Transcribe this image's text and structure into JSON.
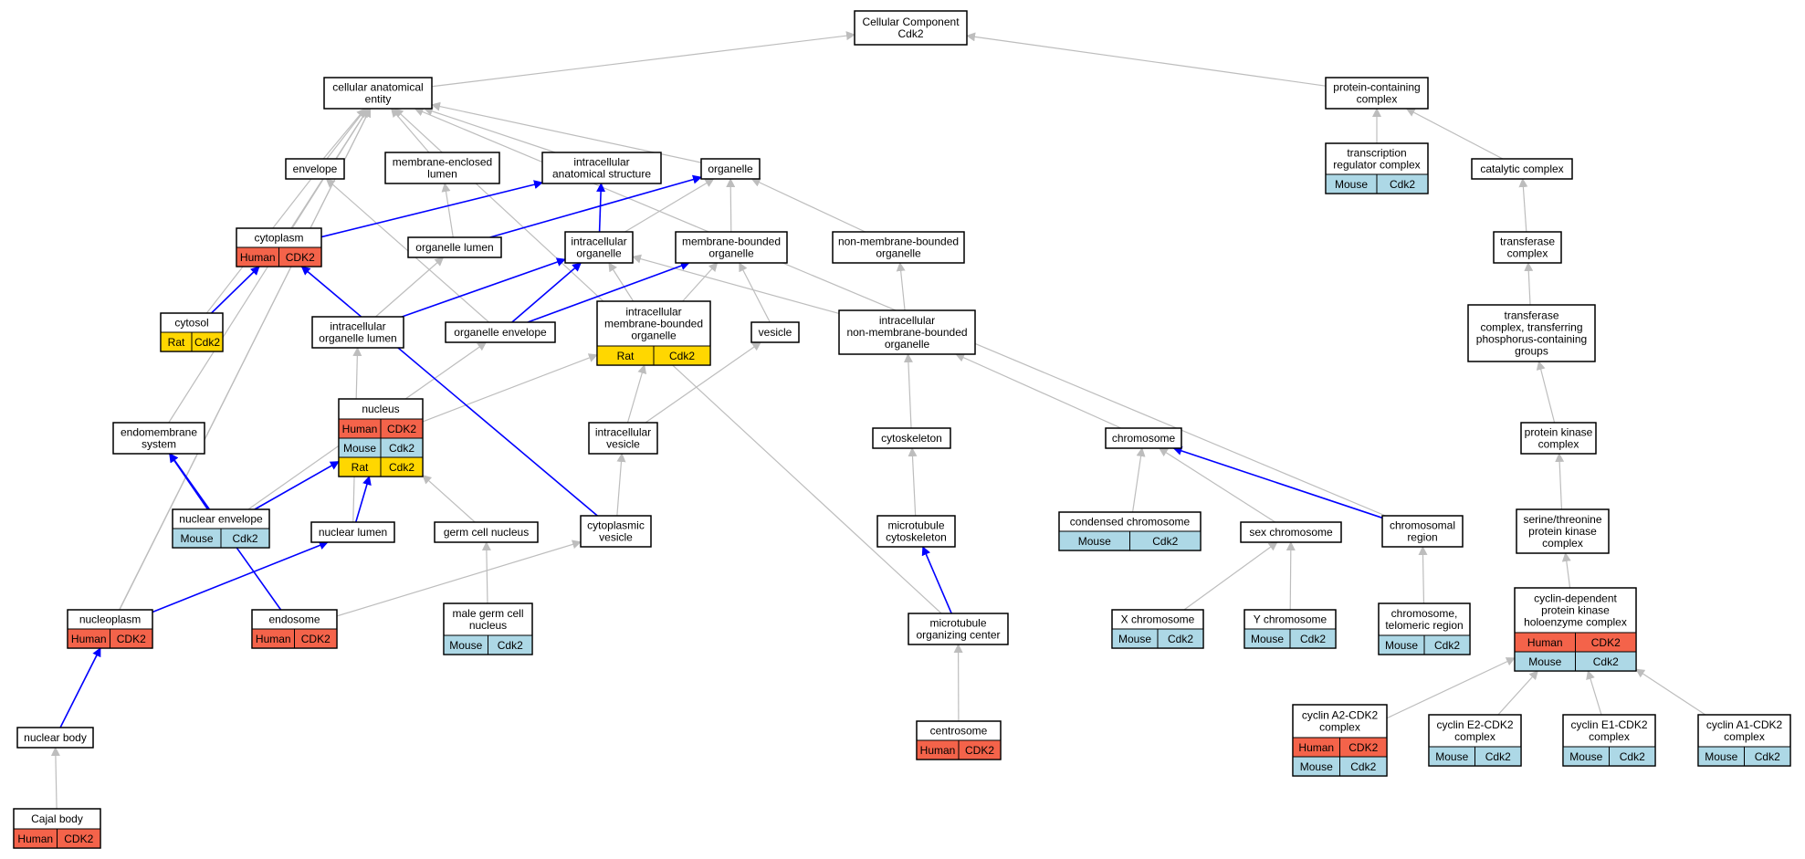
{
  "colors": {
    "Human": "#f4634a",
    "Mouse": "#add8e6",
    "Rat": "#ffd700",
    "edge_default": "#bdbdbd",
    "edge_path": "#0000ff"
  },
  "nodes": {
    "cellular_component": {
      "lines": [
        "Cellular Component",
        "Cdk2"
      ]
    },
    "cellular_anatomical_entity": {
      "lines": [
        "cellular anatomical",
        "entity"
      ]
    },
    "protein_containing_complex": {
      "lines": [
        "protein-containing",
        "complex"
      ]
    },
    "envelope": {
      "lines": [
        "envelope"
      ]
    },
    "membrane_enclosed_lumen": {
      "lines": [
        "membrane-enclosed",
        "lumen"
      ]
    },
    "intracellular_anatomical_structure": {
      "lines": [
        "intracellular",
        "anatomical structure"
      ]
    },
    "organelle": {
      "lines": [
        "organelle"
      ]
    },
    "transcription_regulator_complex": {
      "lines": [
        "transcription",
        "regulator complex"
      ],
      "rows": [
        [
          "Mouse",
          "Cdk2"
        ]
      ]
    },
    "catalytic_complex": {
      "lines": [
        "catalytic complex"
      ]
    },
    "cytoplasm": {
      "lines": [
        "cytoplasm"
      ],
      "rows": [
        [
          "Human",
          "CDK2"
        ]
      ]
    },
    "organelle_lumen": {
      "lines": [
        "organelle lumen"
      ]
    },
    "intracellular_organelle": {
      "lines": [
        "intracellular",
        "organelle"
      ]
    },
    "membrane_bounded_organelle": {
      "lines": [
        "membrane-bounded",
        "organelle"
      ]
    },
    "non_membrane_bounded_organelle": {
      "lines": [
        "non-membrane-bounded",
        "organelle"
      ]
    },
    "transferase_complex": {
      "lines": [
        "transferase",
        "complex"
      ]
    },
    "cytosol": {
      "lines": [
        "cytosol"
      ],
      "rows": [
        [
          "Rat",
          "Cdk2"
        ]
      ]
    },
    "intracellular_organelle_lumen": {
      "lines": [
        "intracellular",
        "organelle lumen"
      ]
    },
    "organelle_envelope": {
      "lines": [
        "organelle envelope"
      ]
    },
    "intracellular_membrane_bounded_organelle": {
      "lines": [
        "intracellular",
        "membrane-bounded",
        "organelle"
      ],
      "rows": [
        [
          "Rat",
          "Cdk2"
        ]
      ]
    },
    "vesicle": {
      "lines": [
        "vesicle"
      ]
    },
    "intracellular_non_membrane_bounded_organelle": {
      "lines": [
        "intracellular",
        "non-membrane-bounded",
        "organelle"
      ]
    },
    "transferase_complex_phospho": {
      "lines": [
        "transferase",
        "complex, transferring",
        "phosphorus-containing",
        "groups"
      ]
    },
    "nucleus": {
      "lines": [
        "nucleus"
      ],
      "rows": [
        [
          "Human",
          "CDK2"
        ],
        [
          "Mouse",
          "Cdk2"
        ],
        [
          "Rat",
          "Cdk2"
        ]
      ]
    },
    "endomembrane_system": {
      "lines": [
        "endomembrane",
        "system"
      ]
    },
    "intracellular_vesicle": {
      "lines": [
        "intracellular",
        "vesicle"
      ]
    },
    "cytoskeleton": {
      "lines": [
        "cytoskeleton"
      ]
    },
    "chromosome": {
      "lines": [
        "chromosome"
      ]
    },
    "protein_kinase_complex": {
      "lines": [
        "protein kinase",
        "complex"
      ]
    },
    "nuclear_envelope": {
      "lines": [
        "nuclear envelope"
      ],
      "rows": [
        [
          "Mouse",
          "Cdk2"
        ]
      ]
    },
    "nuclear_lumen": {
      "lines": [
        "nuclear lumen"
      ]
    },
    "germ_cell_nucleus": {
      "lines": [
        "germ cell nucleus"
      ]
    },
    "cytoplasmic_vesicle": {
      "lines": [
        "cytoplasmic",
        "vesicle"
      ]
    },
    "microtubule_cytoskeleton": {
      "lines": [
        "microtubule",
        "cytoskeleton"
      ]
    },
    "condensed_chromosome": {
      "lines": [
        "condensed chromosome"
      ],
      "rows": [
        [
          "Mouse",
          "Cdk2"
        ]
      ]
    },
    "sex_chromosome": {
      "lines": [
        "sex chromosome"
      ]
    },
    "chromosomal_region": {
      "lines": [
        "chromosomal",
        "region"
      ]
    },
    "serine_threonine_kinase_complex": {
      "lines": [
        "serine/threonine",
        "protein kinase",
        "complex"
      ]
    },
    "nucleoplasm": {
      "lines": [
        "nucleoplasm"
      ],
      "rows": [
        [
          "Human",
          "CDK2"
        ]
      ]
    },
    "endosome": {
      "lines": [
        "endosome"
      ],
      "rows": [
        [
          "Human",
          "CDK2"
        ]
      ]
    },
    "male_germ_cell_nucleus": {
      "lines": [
        "male germ cell",
        "nucleus"
      ],
      "rows": [
        [
          "Mouse",
          "Cdk2"
        ]
      ]
    },
    "microtubule_organizing_center": {
      "lines": [
        "microtubule",
        "organizing center"
      ]
    },
    "x_chromosome": {
      "lines": [
        "X chromosome"
      ],
      "rows": [
        [
          "Mouse",
          "Cdk2"
        ]
      ]
    },
    "y_chromosome": {
      "lines": [
        "Y chromosome"
      ],
      "rows": [
        [
          "Mouse",
          "Cdk2"
        ]
      ]
    },
    "chromosome_telomeric_region": {
      "lines": [
        "chromosome,",
        "telomeric region"
      ],
      "rows": [
        [
          "Mouse",
          "Cdk2"
        ]
      ]
    },
    "cyclin_dependent_holoenzyme": {
      "lines": [
        "cyclin-dependent",
        "protein kinase",
        "holoenzyme complex"
      ],
      "rows": [
        [
          "Human",
          "CDK2"
        ],
        [
          "Mouse",
          "Cdk2"
        ]
      ]
    },
    "nuclear_body": {
      "lines": [
        "nuclear body"
      ]
    },
    "centrosome": {
      "lines": [
        "centrosome"
      ],
      "rows": [
        [
          "Human",
          "CDK2"
        ]
      ]
    },
    "cyclin_a2_cdk2": {
      "lines": [
        "cyclin A2-CDK2",
        "complex"
      ],
      "rows": [
        [
          "Human",
          "CDK2"
        ],
        [
          "Mouse",
          "Cdk2"
        ]
      ]
    },
    "cyclin_e2_cdk2": {
      "lines": [
        "cyclin E2-CDK2",
        "complex"
      ],
      "rows": [
        [
          "Mouse",
          "Cdk2"
        ]
      ]
    },
    "cyclin_e1_cdk2": {
      "lines": [
        "cyclin E1-CDK2",
        "complex"
      ],
      "rows": [
        [
          "Mouse",
          "Cdk2"
        ]
      ]
    },
    "cyclin_a1_cdk2": {
      "lines": [
        "cyclin A1-CDK2",
        "complex"
      ],
      "rows": [
        [
          "Mouse",
          "Cdk2"
        ]
      ]
    },
    "cajal_body": {
      "lines": [
        "Cajal body"
      ],
      "rows": [
        [
          "Human",
          "CDK2"
        ]
      ]
    }
  },
  "edges": [
    [
      "cellular_anatomical_entity",
      "cellular_component",
      "default"
    ],
    [
      "protein_containing_complex",
      "cellular_component",
      "default"
    ],
    [
      "envelope",
      "cellular_anatomical_entity",
      "default"
    ],
    [
      "membrane_enclosed_lumen",
      "cellular_anatomical_entity",
      "default"
    ],
    [
      "intracellular_anatomical_structure",
      "cellular_anatomical_entity",
      "default"
    ],
    [
      "organelle",
      "cellular_anatomical_entity",
      "default"
    ],
    [
      "cytoplasm",
      "cellular_anatomical_entity",
      "default"
    ],
    [
      "cytosol",
      "cellular_anatomical_entity",
      "default"
    ],
    [
      "endomembrane_system",
      "cellular_anatomical_entity",
      "default"
    ],
    [
      "nucleoplasm",
      "cellular_anatomical_entity",
      "default"
    ],
    [
      "nuclear_body",
      "cellular_anatomical_entity",
      "default"
    ],
    [
      "microtubule_organizing_center",
      "cellular_anatomical_entity",
      "default"
    ],
    [
      "chromosomal_region",
      "cellular_anatomical_entity",
      "default"
    ],
    [
      "transcription_regulator_complex",
      "protein_containing_complex",
      "default"
    ],
    [
      "catalytic_complex",
      "protein_containing_complex",
      "default"
    ],
    [
      "transferase_complex",
      "catalytic_complex",
      "default"
    ],
    [
      "transferase_complex_phospho",
      "transferase_complex",
      "default"
    ],
    [
      "protein_kinase_complex",
      "transferase_complex_phospho",
      "default"
    ],
    [
      "serine_threonine_kinase_complex",
      "protein_kinase_complex",
      "default"
    ],
    [
      "cyclin_dependent_holoenzyme",
      "serine_threonine_kinase_complex",
      "default"
    ],
    [
      "cyclin_a2_cdk2",
      "cyclin_dependent_holoenzyme",
      "default"
    ],
    [
      "cyclin_e2_cdk2",
      "cyclin_dependent_holoenzyme",
      "default"
    ],
    [
      "cyclin_e1_cdk2",
      "cyclin_dependent_holoenzyme",
      "default"
    ],
    [
      "cyclin_a1_cdk2",
      "cyclin_dependent_holoenzyme",
      "default"
    ],
    [
      "organelle_lumen",
      "membrane_enclosed_lumen",
      "default"
    ],
    [
      "organelle_envelope",
      "envelope",
      "default"
    ],
    [
      "intracellular_organelle",
      "organelle",
      "default"
    ],
    [
      "membrane_bounded_organelle",
      "organelle",
      "default"
    ],
    [
      "non_membrane_bounded_organelle",
      "organelle",
      "default"
    ],
    [
      "intracellular_organelle_lumen",
      "organelle_lumen",
      "default"
    ],
    [
      "intracellular_membrane_bounded_organelle",
      "intracellular_organelle",
      "default"
    ],
    [
      "intracellular_membrane_bounded_organelle",
      "membrane_bounded_organelle",
      "default"
    ],
    [
      "vesicle",
      "membrane_bounded_organelle",
      "default"
    ],
    [
      "intracellular_non_membrane_bounded_organelle",
      "intracellular_organelle",
      "default"
    ],
    [
      "intracellular_non_membrane_bounded_organelle",
      "non_membrane_bounded_organelle",
      "default"
    ],
    [
      "nucleus",
      "intracellular_membrane_bounded_organelle",
      "default"
    ],
    [
      "intracellular_vesicle",
      "intracellular_membrane_bounded_organelle",
      "default"
    ],
    [
      "intracellular_vesicle",
      "vesicle",
      "default"
    ],
    [
      "cytoplasmic_vesicle",
      "intracellular_vesicle",
      "default"
    ],
    [
      "endosome",
      "cytoplasmic_vesicle",
      "default"
    ],
    [
      "nuclear_envelope",
      "organelle_envelope",
      "default"
    ],
    [
      "nuclear_lumen",
      "intracellular_organelle_lumen",
      "default"
    ],
    [
      "germ_cell_nucleus",
      "nucleus",
      "default"
    ],
    [
      "male_germ_cell_nucleus",
      "germ_cell_nucleus",
      "default"
    ],
    [
      "cytoskeleton",
      "intracellular_non_membrane_bounded_organelle",
      "default"
    ],
    [
      "chromosome",
      "intracellular_non_membrane_bounded_organelle",
      "default"
    ],
    [
      "microtubule_cytoskeleton",
      "cytoskeleton",
      "default"
    ],
    [
      "microtubule_organizing_center",
      "microtubule_cytoskeleton",
      "path"
    ],
    [
      "centrosome",
      "microtubule_organizing_center",
      "default"
    ],
    [
      "condensed_chromosome",
      "chromosome",
      "default"
    ],
    [
      "sex_chromosome",
      "chromosome",
      "default"
    ],
    [
      "chromosomal_region",
      "chromosome",
      "path"
    ],
    [
      "x_chromosome",
      "sex_chromosome",
      "default"
    ],
    [
      "y_chromosome",
      "sex_chromosome",
      "default"
    ],
    [
      "chromosome_telomeric_region",
      "chromosomal_region",
      "default"
    ],
    [
      "cajal_body",
      "nuclear_body",
      "default"
    ],
    [
      "cytoplasm",
      "intracellular_anatomical_structure",
      "path"
    ],
    [
      "intracellular_organelle",
      "intracellular_anatomical_structure",
      "path"
    ],
    [
      "organelle_lumen",
      "organelle",
      "path"
    ],
    [
      "cytosol",
      "cytoplasm",
      "path"
    ],
    [
      "intracellular_organelle_lumen",
      "intracellular_organelle",
      "path"
    ],
    [
      "organelle_envelope",
      "intracellular_organelle",
      "path"
    ],
    [
      "organelle_envelope",
      "membrane_bounded_organelle",
      "path"
    ],
    [
      "cytoplasmic_vesicle",
      "cytoplasm",
      "path"
    ],
    [
      "nuclear_envelope",
      "endomembrane_system",
      "path"
    ],
    [
      "nuclear_envelope",
      "nucleus",
      "path"
    ],
    [
      "nuclear_lumen",
      "nucleus",
      "path"
    ],
    [
      "nucleoplasm",
      "nuclear_lumen",
      "path"
    ],
    [
      "endosome",
      "endomembrane_system",
      "path"
    ],
    [
      "nuclear_body",
      "nucleoplasm",
      "path"
    ]
  ]
}
